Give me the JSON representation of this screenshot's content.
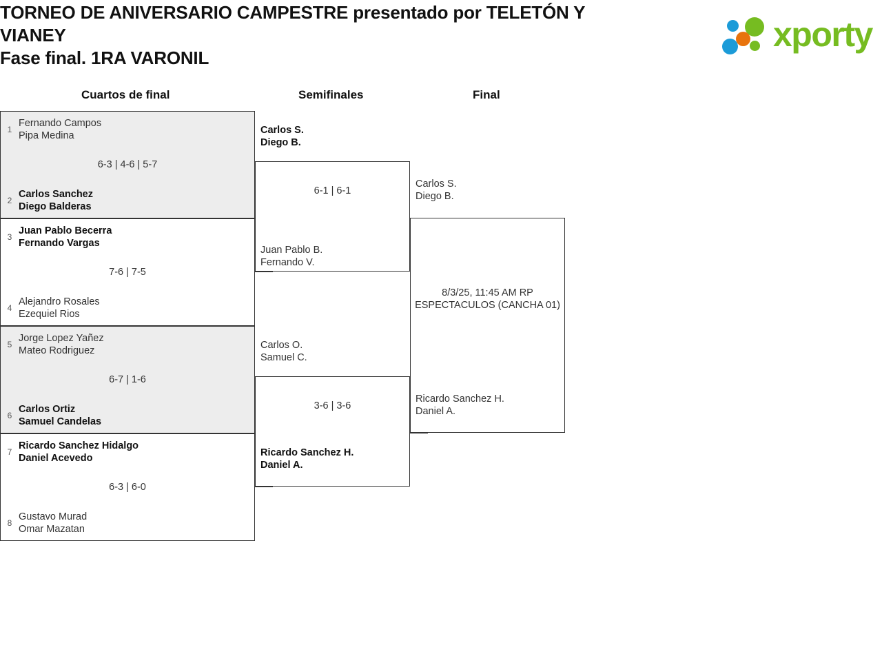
{
  "header": {
    "tournament_title": "TORNEO DE ANIVERSARIO CAMPESTRE presentado por TELETÓN Y VIANEY",
    "phase_title": "Fase final. 1RA VARONIL"
  },
  "logo": {
    "wordmark": "xporty",
    "green": "#76bc21",
    "blue": "#1b9bd8",
    "orange": "#e8730c"
  },
  "rounds": [
    {
      "key": "qf",
      "label": "Cuartos de final"
    },
    {
      "key": "sf",
      "label": "Semifinales"
    },
    {
      "key": "f",
      "label": "Final"
    }
  ],
  "matches": {
    "qf1": {
      "top": {
        "seed": "1",
        "players": "Fernando Campos\nPipa Medina",
        "winner": false
      },
      "bottom": {
        "seed": "2",
        "players": "Carlos Sanchez\nDiego Balderas",
        "winner": true
      },
      "score": "6-3 | 4-6 | 5-7"
    },
    "qf2": {
      "top": {
        "seed": "3",
        "players": "Juan Pablo Becerra\nFernando Vargas",
        "winner": true
      },
      "bottom": {
        "seed": "4",
        "players": "Alejandro Rosales\nEzequiel Rios",
        "winner": false
      },
      "score": "7-6 | 7-5"
    },
    "qf3": {
      "top": {
        "seed": "5",
        "players": "Jorge Lopez Yañez\nMateo Rodriguez",
        "winner": false
      },
      "bottom": {
        "seed": "6",
        "players": "Carlos Ortiz\nSamuel Candelas",
        "winner": true
      },
      "score": "6-7 | 1-6"
    },
    "qf4": {
      "top": {
        "seed": "7",
        "players": "Ricardo Sanchez Hidalgo\nDaniel Acevedo",
        "winner": true
      },
      "bottom": {
        "seed": "8",
        "players": "Gustavo Murad\nOmar Mazatan",
        "winner": false
      },
      "score": "6-3 | 6-0"
    },
    "sf1": {
      "top": {
        "seed": "",
        "players": "Carlos S.\nDiego B.",
        "winner": true
      },
      "bottom": {
        "seed": "",
        "players": "Juan Pablo B.\nFernando V.",
        "winner": false
      },
      "score": "6-1 | 6-1"
    },
    "sf2": {
      "top": {
        "seed": "",
        "players": "Carlos O.\nSamuel C.",
        "winner": false
      },
      "bottom": {
        "seed": "",
        "players": "Ricardo Sanchez H.\nDaniel A.",
        "winner": true
      },
      "score": "3-6 | 3-6"
    },
    "final": {
      "top": {
        "seed": "",
        "players": "Carlos S.\nDiego B.",
        "winner": false
      },
      "bottom": {
        "seed": "",
        "players": "Ricardo Sanchez H.\nDaniel A.",
        "winner": false
      },
      "score": "8/3/25, 11:45 AM RP\nESPECTACULOS (CANCHA 01)"
    }
  }
}
